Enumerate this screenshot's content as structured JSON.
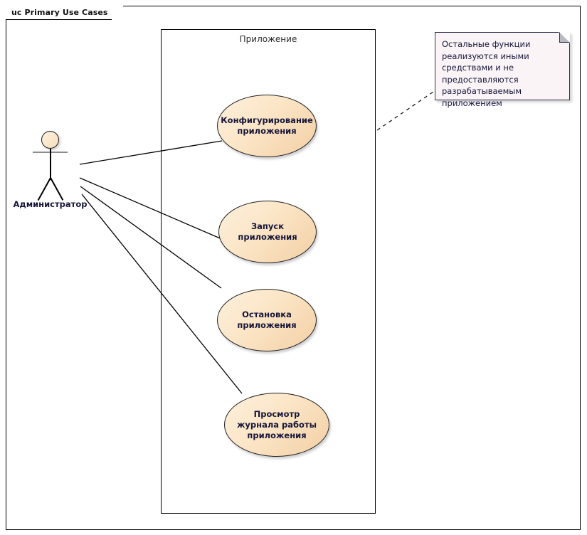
{
  "frame": {
    "label": "uc Primary Use Cases"
  },
  "boundary": {
    "label": "Приложение"
  },
  "actor": {
    "name": "Администратор",
    "icon": "actor-stick-figure"
  },
  "use_cases": [
    {
      "id": "configure",
      "label": "Конфигурирование приложения"
    },
    {
      "id": "start",
      "label": "Запуск приложения"
    },
    {
      "id": "stop",
      "label": "Остановка приложения"
    },
    {
      "id": "view-log",
      "label": "Просмотр журнала работы приложения"
    }
  ],
  "note": {
    "text": "Остальные функции реализуются иными средствами и не предоставляются разрабатываемым приложением"
  },
  "colors": {
    "usecase_fill_light": "#fdf0dd",
    "usecase_fill_dark": "#f2cfa4",
    "usecase_stroke": "#20201f",
    "note_fill": "#fbf4f6",
    "note_stroke": "#30304a",
    "note_fold": "#b9b9c2",
    "line": "#000000",
    "actor_arms": "#8d8d8d",
    "text": "#16163a",
    "frame_stroke": "#000000"
  }
}
